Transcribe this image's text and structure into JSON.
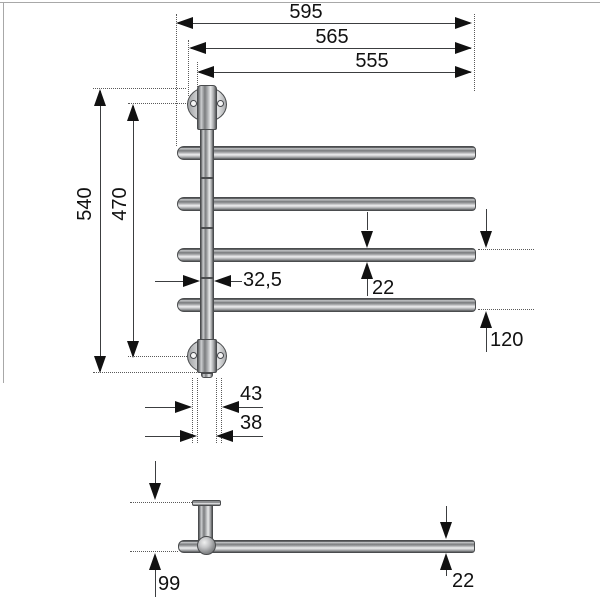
{
  "drawing": {
    "type": "dimensioned technical drawing",
    "views": [
      "front view of swivel towel rail",
      "side view of single arm"
    ]
  },
  "dims": {
    "d595": "595",
    "d565": "565",
    "d555": "555",
    "d540": "540",
    "d470": "470",
    "d32_5": "32,5",
    "d22_bar": "22",
    "d120": "120",
    "d43": "43",
    "d38": "38",
    "d99": "99",
    "d22_side": "22"
  },
  "colors": {
    "dimension_line": "#3c3e40",
    "arrow": "#111111",
    "extension_dotted": "#5a5a5a",
    "metal_dark": "#57595b",
    "metal_light": "#ecedee",
    "frame_border": "#a8a8a8",
    "background": "#ffffff"
  }
}
